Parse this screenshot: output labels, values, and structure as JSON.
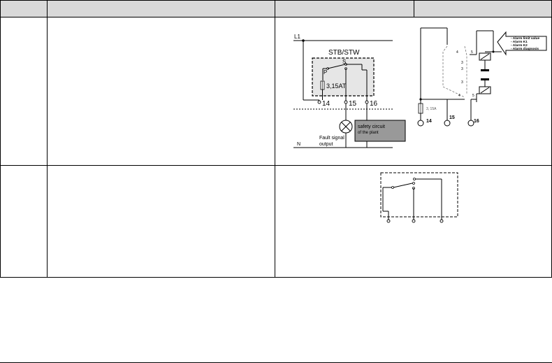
{
  "diagram1": {
    "l1": "L1",
    "n": "N",
    "title": "STB/STW",
    "s": "S",
    "p": "P",
    "fuse": "3,15AT",
    "t14": "14",
    "t15": "15",
    "t16": "16",
    "fault_line1": "Fault signal",
    "fault_line2": "output",
    "safety_line1": "safety circuit",
    "safety_line2": "of the plant"
  },
  "diagram2": {
    "alarms": [
      "- Alarm limit value",
      "- Alarm K1",
      "- Alarm K2",
      "- Alarm diagnosis"
    ],
    "fuse": "3, 15A",
    "n4a": "4",
    "n5a": "5",
    "n3a": "3",
    "n3b": "3",
    "n3c": "3",
    "n4b": "4",
    "n5b": "5",
    "t14": "14",
    "t15": "15",
    "t16": "16"
  }
}
